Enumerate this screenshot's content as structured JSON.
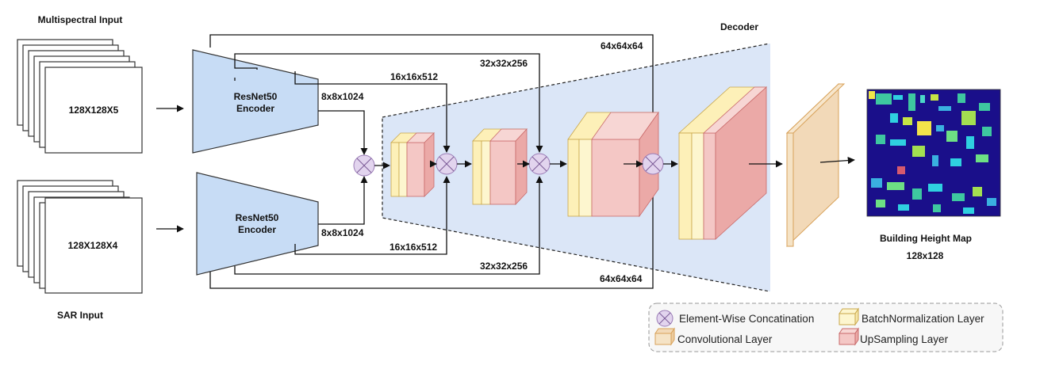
{
  "inputs": {
    "multispectral": {
      "title": "Multispectral Input",
      "size": "128X128X5"
    },
    "sar": {
      "title": "SAR Input",
      "size": "128X128X4"
    }
  },
  "encoders": {
    "top": {
      "line1": "ResNet50",
      "line2": "Encoder",
      "output": "8x8x1024"
    },
    "bottom": {
      "line1": "ResNet50",
      "line2": "Encoder",
      "output": "8x8x1024"
    }
  },
  "skips": {
    "top": [
      "16x16x512",
      "32x32x256",
      "64x64x64"
    ],
    "bottom": [
      "16x16x512",
      "32x32x256",
      "64x64x64"
    ]
  },
  "decoder": {
    "title": "Decoder"
  },
  "output": {
    "title": "Building Height Map",
    "size": "128x128"
  },
  "legend": {
    "concat": "Element-Wise Concatination",
    "batchnorm": "BatchNormalization Layer",
    "conv": "Convolutional Layer",
    "upsampling": "UpSampling Layer"
  },
  "colors": {
    "encoder_fill": "#c7dcf5",
    "decoder_fill": "#dbe6f7",
    "conv_fill": "#fdf0b8",
    "batchnorm_fill": "#fdf6cf",
    "upsampling_fill": "#f4c7c5",
    "concat_fill": "#e2d4ee",
    "final_layer_fill": "#f2d9b8"
  }
}
